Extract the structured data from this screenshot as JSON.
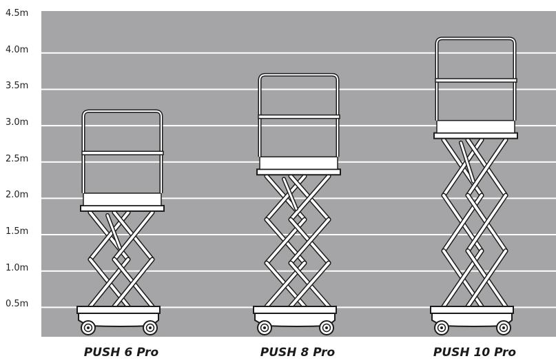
{
  "chart_data": {
    "type": "diagram",
    "y_unit": "m",
    "y_ticks": [
      "0.5m",
      "1.0m",
      "1.5m",
      "2.0m",
      "2.5m",
      "3.0m",
      "3.5m",
      "4.0m",
      "4.5m"
    ],
    "y_tick_values": [
      0.5,
      1.0,
      1.5,
      2.0,
      2.5,
      3.0,
      3.5,
      4.0,
      4.5
    ],
    "grid": true,
    "machines": [
      {
        "name": "PUSH 6 Pro",
        "platform_height_m": 1.9,
        "guardrail_top_m": 3.2
      },
      {
        "name": "PUSH 8 Pro",
        "platform_height_m": 2.4,
        "guardrail_top_m": 3.7
      },
      {
        "name": "PUSH 10 Pro",
        "platform_height_m": 2.9,
        "guardrail_top_m": 4.2
      }
    ]
  },
  "colors": {
    "background": "#a5a5a7",
    "gridline": "#ffffff",
    "outline": "#1b1b1b",
    "fill": "#ffffff"
  },
  "icons": [
    "scissor-lift-icon"
  ]
}
